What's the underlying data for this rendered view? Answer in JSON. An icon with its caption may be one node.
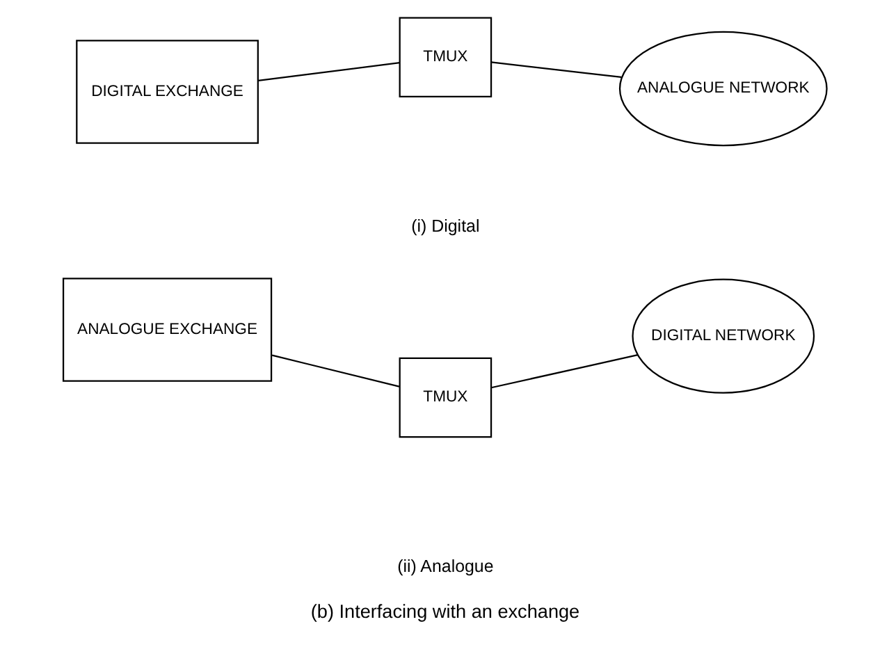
{
  "diagram": {
    "caption": "(b) Interfacing with an exchange",
    "nodes": [
      {
        "text": [
          "DIGITAL EXCHANGE"
        ]
      },
      {
        "text": [
          "TMUX"
        ]
      },
      {
        "text": [
          "ANALOGUE NETWORK"
        ]
      },
      {
        "text": [
          "ANALOGUE EXCHANGE"
        ]
      },
      {
        "text": [
          "TMUX"
        ]
      },
      {
        "text": [
          "DIGITAL NETWORK"
        ]
      }
    ],
    "edges": [
      {
        "from": 0,
        "to": 1,
        "arrow": "none"
      },
      {
        "from": 1,
        "to": 2,
        "arrow": "none"
      },
      {
        "from": 3,
        "to": 4,
        "arrow": "none"
      },
      {
        "from": 4,
        "to": 5,
        "arrow": "none"
      }
    ],
    "labels": [
      "(i) Digital",
      "(ii) Analogue"
    ]
  }
}
